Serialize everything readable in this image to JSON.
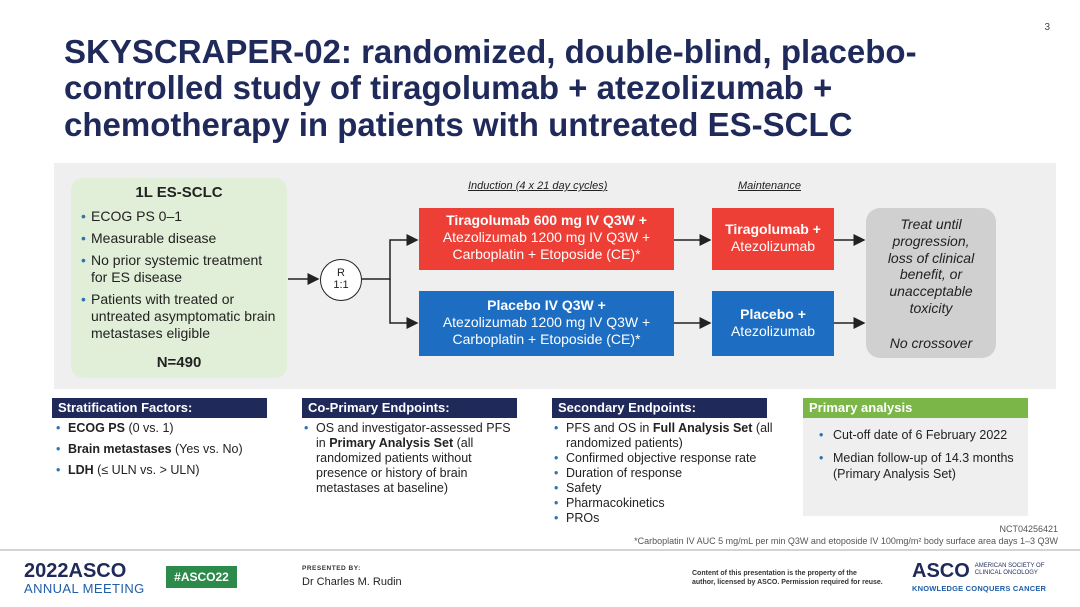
{
  "slide": {
    "page_number": "3",
    "title_lines": [
      "SKYSCRAPER-02: randomized, double-blind, placebo-",
      "controlled study of tiragolumab + atezolizumab +",
      "chemotherapy in patients with untreated ES-SCLC"
    ]
  },
  "eligibility": {
    "title": "1L ES-SCLC",
    "items": [
      "ECOG PS 0–1",
      "Measurable disease",
      "No prior systemic treatment for ES disease",
      "Patients with treated or untreated asymptomatic brain metastases eligible"
    ],
    "n": "N=490"
  },
  "randomization": {
    "line1": "R",
    "line2": "1:1"
  },
  "phases": {
    "induction": "Induction (4 x 21 day cycles)",
    "maintenance": "Maintenance"
  },
  "arms": {
    "induction_a": {
      "line1": "Tiragolumab 600 mg IV Q3W +",
      "line2": "Atezolizumab 1200 mg IV Q3W +",
      "line3": "Carboplatin + Etoposide (CE)*"
    },
    "induction_b": {
      "line1": "Placebo IV Q3W +",
      "line2": "Atezolizumab 1200 mg IV Q3W +",
      "line3": "Carboplatin + Etoposide (CE)*"
    },
    "maintenance_a": {
      "line1": "Tiragolumab +",
      "line2": "Atezolizumab"
    },
    "maintenance_b": {
      "line1": "Placebo +",
      "line2": "Atezolizumab"
    }
  },
  "treatment": {
    "lines": [
      "Treat until",
      "progression,",
      "loss of clinical",
      "benefit, or",
      "unacceptable",
      "toxicity"
    ],
    "crossover": "No crossover"
  },
  "stratification": {
    "header": "Stratification Factors:",
    "items": [
      {
        "bold": "ECOG PS",
        "rest": " (0 vs. 1)"
      },
      {
        "bold": "Brain metastases",
        "rest": " (Yes vs. No)"
      },
      {
        "bold": "LDH",
        "rest": " (≤ ULN vs. > ULN)"
      }
    ]
  },
  "co_primary": {
    "header": "Co-Primary Endpoints:",
    "item_pre": "OS and investigator-assessed PFS in ",
    "item_bold": "Primary Analysis Set",
    "item_post": " (all randomized patients without presence or history of brain metastases at baseline)"
  },
  "secondary": {
    "header": "Secondary Endpoints:",
    "first_pre": "PFS and OS in ",
    "first_bold": "Full Analysis Set",
    "first_post": " (all randomized patients)",
    "items": [
      "Confirmed objective response rate",
      "Duration of response",
      "Safety",
      "Pharmacokinetics",
      "PROs"
    ]
  },
  "primary_analysis": {
    "header": "Primary analysis",
    "items": [
      "Cut-off date of 6 February 2022",
      "Median follow-up of 14.3 months (Primary Analysis Set)"
    ]
  },
  "notes": {
    "nct": "NCT04256421",
    "footnote": "*Carboplatin IV AUC 5 mg/mL per min Q3W and etoposide IV 100mg/m² body surface area days 1–3 Q3W"
  },
  "footer": {
    "meeting_year": "2022",
    "meeting_org": "ASCO",
    "meeting_name": "ANNUAL MEETING",
    "hashtag": "#ASCO22",
    "presented_by": "PRESENTED BY:",
    "presenter": "Dr Charles M. Rudin",
    "rights_line1": "Content of this presentation is the property of the",
    "rights_line2": "author, licensed by ASCO. Permission required for reuse.",
    "society_abbr": "ASCO",
    "society_line1": "AMERICAN SOCIETY OF",
    "society_line2": "CLINICAL ONCOLOGY",
    "tagline": "KNOWLEDGE CONQUERS CANCER"
  },
  "colors": {
    "title": "#1f2a5a",
    "arm_red": "#ee3f37",
    "arm_blue": "#1d6ec2",
    "eligibility_green": "#e2efd8",
    "header_navy": "#1f2a5a",
    "header_green": "#7ab648"
  }
}
